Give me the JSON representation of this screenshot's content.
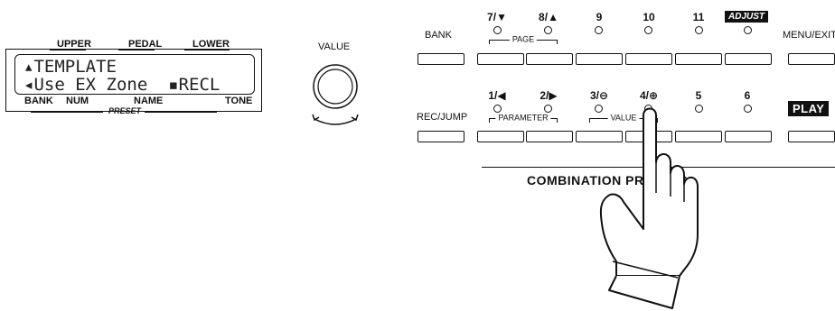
{
  "lcd_panel": {
    "top_labels": [
      "UPPER",
      "PEDAL",
      "LOWER"
    ],
    "line1": "▴TEMPLATE",
    "line2": "◂Use EX Zone  ▪RECL",
    "bottom_labels": [
      "BANK",
      "NUM",
      "NAME",
      "TONE"
    ],
    "preset_label": "PRESET"
  },
  "value_knob": {
    "label": "VALUE"
  },
  "left_buttons": {
    "bank": "BANK",
    "rec_jump": "REC/JUMP"
  },
  "right_buttons": {
    "menu_exit": "MENU/EXIT",
    "play": "PLAY"
  },
  "top_row": {
    "numbers": [
      "7/▼",
      "8/▲",
      "9",
      "10",
      "11"
    ],
    "adjust": "ADJUST",
    "page_group": "PAGE"
  },
  "bottom_row": {
    "numbers": [
      "1/◀",
      "2/▶",
      "3/⊖",
      "4/⊕",
      "5",
      "6"
    ],
    "parameter_group": "PARAMETER",
    "value_group": "VALUE"
  },
  "section_title": "COMBINATION PRESETS"
}
